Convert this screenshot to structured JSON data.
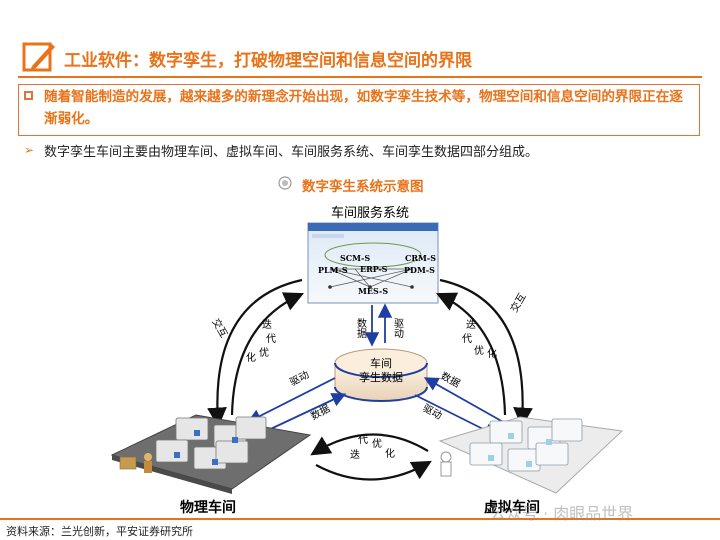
{
  "header": {
    "title": "工业软件：数字孪生，打破物理空间和信息空间的界限",
    "icon": "pencil-checkbox-icon"
  },
  "summary": {
    "text": "随着智能制造的发展，越来越多的新理念开始出现，如数字孪生技术等，物理空间和信息空间的界限正在逐渐弱化。"
  },
  "detail": {
    "text": "数字孪生车间主要由物理车间、虚拟车间、车间服务系统、车间孪生数据四部分组成。"
  },
  "figure": {
    "title": "数字孪生系统示意图",
    "service_system": {
      "label": "车间服务系统",
      "modules": [
        "SCM-S",
        "CRM-S",
        "PLM-S",
        "ERP-S",
        "PDM-S",
        "MES-S"
      ]
    },
    "center": {
      "line1": "车间",
      "line2": "孪生数据"
    },
    "physical": {
      "label": "物理车间"
    },
    "virtual": {
      "label": "虚拟车间"
    },
    "flows": {
      "top_left": "数据",
      "top_right": "驱动",
      "left_upper": "驱动",
      "left_lower": "数据",
      "right_upper": "数据",
      "right_lower": "驱动"
    },
    "cycles": {
      "left_outer": "交互",
      "left_inner": [
        "迭",
        "代",
        "优",
        "化"
      ],
      "right_outer": "交互",
      "right_inner": [
        "迭",
        "代",
        "优",
        "化"
      ],
      "bottom": [
        "迭",
        "代",
        "优",
        "化"
      ]
    },
    "colors": {
      "accent": "#e8731a",
      "flow_arrow": "#1f3fa0",
      "cycle_arrow": "#111111"
    }
  },
  "source": {
    "text": "资料来源：兰光创新，平安证券研究所"
  },
  "watermark": {
    "text": "公众号 · 肉眼品世界"
  }
}
